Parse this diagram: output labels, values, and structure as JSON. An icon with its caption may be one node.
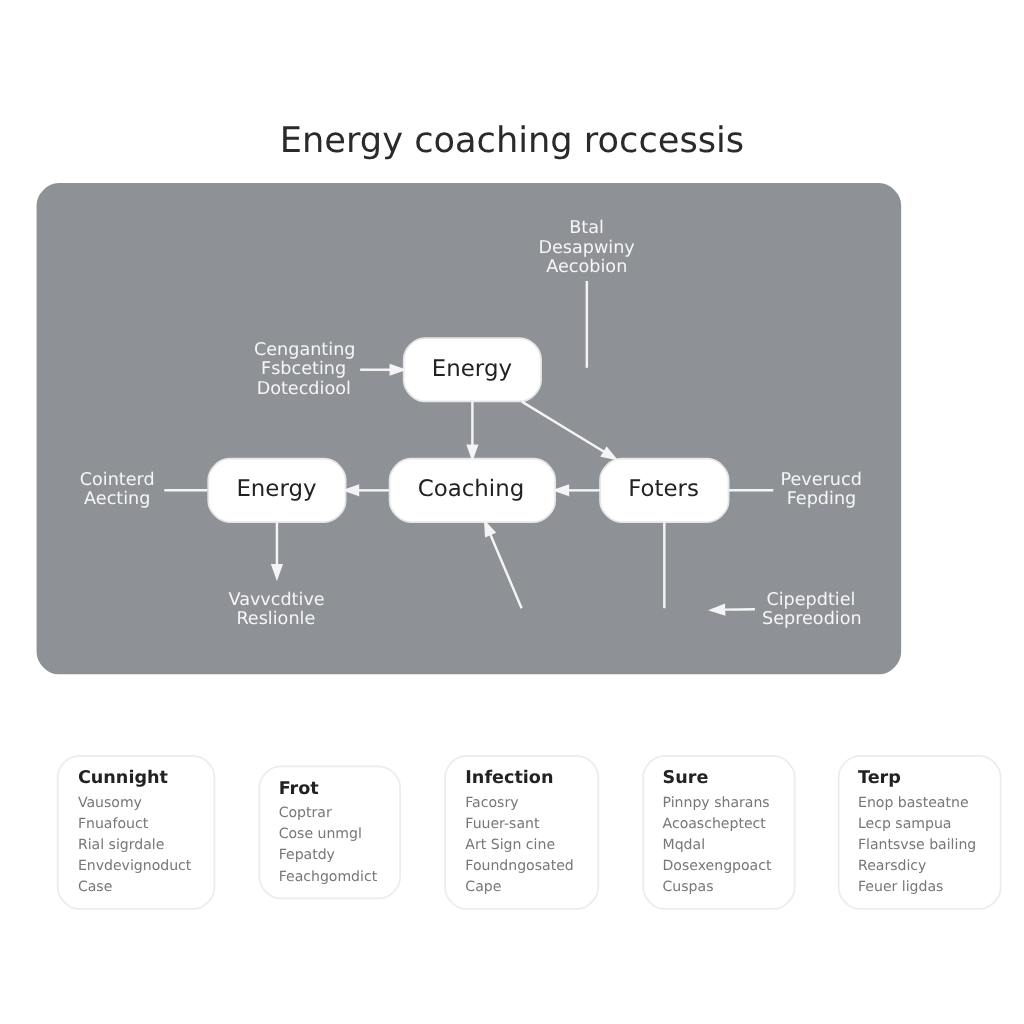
{
  "diagram": {
    "title": "Energy coaching roccessis",
    "nodes": [
      {
        "text": [],
        "shape": "box"
      },
      {
        "text": [
          "Cenganting Fsbceting Dotecdiool"
        ],
        "in": 0
      },
      {
        "text": [
          "Energy"
        ],
        "in": 0
      },
      {
        "text": [
          "Btal Desapwiny Aecobion"
        ],
        "in": 0
      },
      {
        "text": [
          "Cointerd Aecting"
        ],
        "in": 0
      },
      {
        "text": [
          "Energy"
        ],
        "in": 0
      },
      {
        "text": [
          "Coaching"
        ],
        "in": 0
      },
      {
        "text": [
          "Foters"
        ],
        "in": 0
      },
      {
        "text": [
          "Peverucd Fepding"
        ],
        "in": 0
      },
      {
        "text": [
          "Vavvcdtive Reslionle"
        ],
        "in": 0
      },
      {
        "text": [
          "Cipepdtiel Sepreodion"
        ],
        "in": 0
      },
      {
        "text": [
          "Cunnight",
          "Vausomy",
          "Fnuafouct",
          "Rial sigrdale",
          "Envdevignoduct",
          "Case"
        ]
      },
      {
        "text": [
          "Frot",
          "Coptrar",
          "Cose unmgl",
          "Fepatdy",
          "Feachgomdict"
        ]
      },
      {
        "text": [
          "Infection",
          "Facosry",
          "Fuuer-sant",
          "Art Sign cine",
          "Foundngosated",
          "Cape"
        ]
      },
      {
        "text": [
          "Sure",
          "Pinnpy sharans",
          "Acoascheptect",
          "Mqdal",
          "Dosexengpoact",
          "Cuspas"
        ]
      },
      {
        "text": [
          "Terp",
          "Enop basteatne",
          "Lecp sampua",
          "Flantsvse bailing",
          "Rearsdicy",
          "Feuer ligdas"
        ]
      }
    ],
    "edges": [
      {
        "from": 1,
        "to": 2,
        "arrow": "to"
      },
      {
        "from": 2,
        "to": 6,
        "arrow": "to"
      },
      {
        "from": 2,
        "to": 7,
        "arrow": "to"
      },
      {
        "from": 6,
        "to": 5,
        "arrow": "to"
      },
      {
        "from": 7,
        "to": 6,
        "arrow": "to"
      },
      {
        "from": 4,
        "to": 5,
        "arrow": "none"
      },
      {
        "from": 5,
        "to": 9,
        "arrow": "to"
      },
      {
        "from": 7,
        "to": 8,
        "arrow": "none"
      },
      {
        "from": null,
        "to": 6,
        "arrow": "to"
      },
      {
        "from": 7,
        "to": null,
        "arrow": "none"
      },
      {
        "from": 10,
        "to": null,
        "arrow": "to"
      },
      {
        "from": 3,
        "to": null,
        "arrow": "none"
      }
    ]
  }
}
